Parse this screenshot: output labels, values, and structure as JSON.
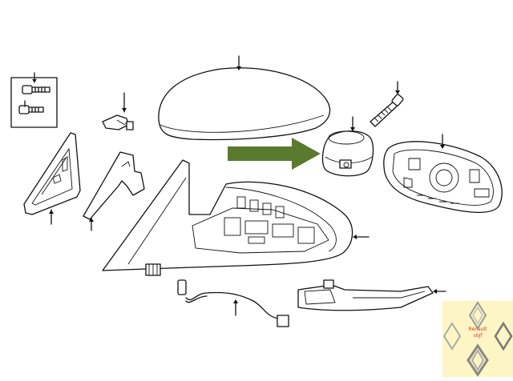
{
  "diagram": {
    "parts": [
      {
        "id": "bolt-kit"
      },
      {
        "id": "sail-trim-cover"
      },
      {
        "id": "mount-gasket"
      },
      {
        "id": "wiring-connector"
      },
      {
        "id": "mirror-cap"
      },
      {
        "id": "glass-motor"
      },
      {
        "id": "mounting-screw"
      },
      {
        "id": "mirror-glass"
      },
      {
        "id": "mirror-housing"
      },
      {
        "id": "wiring-harness"
      },
      {
        "id": "turn-signal-lamp"
      }
    ],
    "highlight_arrow_color": "#5a7a2e",
    "line_color": "#111111"
  },
  "watermark": {
    "line1": "Renault",
    "line2": "vbjf",
    "background": "#fdf5c4",
    "accent": "#d23a2a"
  }
}
